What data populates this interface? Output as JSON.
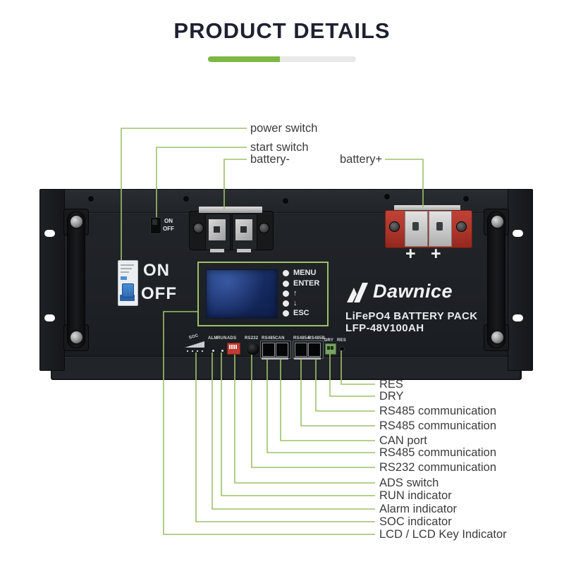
{
  "header": {
    "title": "PRODUCT DETAILS"
  },
  "colors": {
    "accent_green": "#7cb843",
    "underline_gray": "#e8e8e8",
    "callout_line": "#9dc169",
    "device_body": "#1e2124",
    "battery_plus_red": "#b23a2f",
    "breaker_blue": "#3a7cc4",
    "lcd_blue": "#16295f",
    "ads_red": "#c23b32",
    "dry_green": "#7aa263"
  },
  "callouts": {
    "top": [
      {
        "id": "power-switch",
        "label": "power switch"
      },
      {
        "id": "start-switch",
        "label": "start switch"
      },
      {
        "id": "battery-minus",
        "label": "battery-"
      },
      {
        "id": "battery-plus",
        "label": "battery+"
      }
    ],
    "bottom": [
      {
        "id": "res",
        "label": "RES"
      },
      {
        "id": "dry",
        "label": "DRY"
      },
      {
        "id": "rs485b",
        "label": "RS485 communication"
      },
      {
        "id": "rs485a",
        "label": "RS485 communication"
      },
      {
        "id": "can",
        "label": "CAN port"
      },
      {
        "id": "rs485",
        "label": "RS485 communication"
      },
      {
        "id": "rs232",
        "label": "RS232 communication"
      },
      {
        "id": "ads",
        "label": "ADS switch"
      },
      {
        "id": "run",
        "label": "RUN indicator"
      },
      {
        "id": "alarm",
        "label": "Alarm indicator"
      },
      {
        "id": "soc",
        "label": "SOC indicator"
      },
      {
        "id": "lcd",
        "label": "LCD / LCD Key Indicator"
      }
    ]
  },
  "device": {
    "start_switch": {
      "on": "ON",
      "off": "OFF"
    },
    "breaker_side": {
      "on": "ON",
      "off": "OFF"
    },
    "battery_plus": [
      "+",
      "+"
    ],
    "lcd_buttons": [
      "MENU",
      "ENTER",
      "↑",
      "↓",
      "ESC"
    ],
    "brand": {
      "name": "Dawnice",
      "line1": "LiFePO4 BATTERY PACK",
      "line2": "LFP-48V100AH"
    },
    "port_labels": [
      "SOC",
      "ALM",
      "RUN",
      "ADS",
      "RS232",
      "RS485",
      "CAN",
      "RS485A",
      "RS485B",
      "DRY",
      "RES"
    ]
  }
}
